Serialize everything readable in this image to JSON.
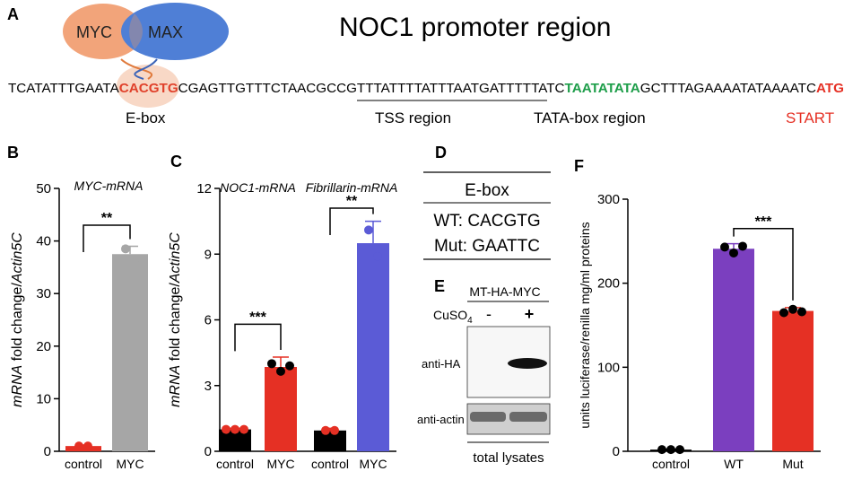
{
  "panel_letters": {
    "a": "A",
    "b": "B",
    "c": "C",
    "d": "D",
    "e": "E",
    "f": "F"
  },
  "panelA": {
    "title": "NOC1 promoter region",
    "myc": "MYC",
    "max": "MAX",
    "seq_prefix": "TCATATTTGAATA",
    "seq_ebox": "CACGTG",
    "seq_mid": "CGAGTTGTTTCTAACGCCGTTTATTTTATTTAATGATTTTTATC",
    "seq_tata": "TAATATATA",
    "seq_post": "GCTTTAGAAAATATAAAATC",
    "seq_atg": "ATG",
    "label_ebox": "E-box",
    "label_tss": "TSS region",
    "label_tata": "TATA-box region",
    "label_start": "START",
    "colors": {
      "myc": "#f2a47a",
      "max": "#4f7fd6",
      "ebox": "#e0402a",
      "tata": "#1e9e4a",
      "start": "#e53024"
    }
  },
  "panelD": {
    "header": "E-box",
    "wt": "WT: CACGTG",
    "mut": "Mut: GAATTC"
  },
  "panelE": {
    "construct": "MT-HA-MYC",
    "cuso4": "CuSO",
    "cuso4_sub": "4",
    "minus": "-",
    "plus": "+",
    "anti_ha": "anti-HA",
    "anti_actin": "anti-actin",
    "footer": "total lysates"
  },
  "chart_data": [
    {
      "id": "B",
      "type": "bar",
      "title": "MYC-mRNA",
      "ylabel_italic": "mRNA",
      "ylabel_mid": " fold change/",
      "ylabel_end": "Actin5C",
      "categories": [
        "control",
        "MYC"
      ],
      "values": [
        1.0,
        37.5
      ],
      "errors": [
        0.2,
        1.5
      ],
      "points": [
        [
          1,
          1
        ],
        [
          38.5,
          36.5
        ]
      ],
      "colors": [
        "#e53024",
        "#a6a6a6"
      ],
      "ylim": [
        0,
        50
      ],
      "yticks": [
        0,
        10,
        20,
        30,
        40,
        50
      ],
      "significance": [
        {
          "from": 0,
          "to": 1,
          "label": "**"
        }
      ]
    },
    {
      "id": "C",
      "type": "bar",
      "subtitles": [
        "NOC1-mRNA",
        "Fibrillarin-mRNA"
      ],
      "ylabel_italic": "mRNA",
      "ylabel_mid": " fold change/",
      "ylabel_end": "Actin5C",
      "categories": [
        "control",
        "MYC",
        "control",
        "MYC"
      ],
      "values": [
        1.0,
        3.85,
        0.95,
        9.5
      ],
      "errors": [
        0.05,
        0.45,
        0.1,
        1.0
      ],
      "points": [
        [
          1,
          1,
          1
        ],
        [
          4.0,
          3.65,
          3.9
        ],
        [
          0.95,
          0.95
        ],
        [
          10.1,
          8.9
        ]
      ],
      "colors": [
        "#e53024",
        "#e53024",
        "#e53024",
        "#5b5bd6"
      ],
      "bar_fill": [
        "#000000",
        "#e53024",
        "#000000",
        "#5b5bd6"
      ],
      "ylim": [
        0,
        12
      ],
      "yticks": [
        0,
        3,
        6,
        9,
        12
      ],
      "significance": [
        {
          "from": 0,
          "to": 1,
          "label": "***"
        },
        {
          "from": 2,
          "to": 3,
          "label": "**"
        }
      ]
    },
    {
      "id": "F",
      "type": "bar",
      "ylabel": "units luciferase/renilla mg/ml proteins",
      "categories": [
        "control",
        "WT",
        "Mut"
      ],
      "values": [
        2,
        241,
        167
      ],
      "errors": [
        0.5,
        6,
        4
      ],
      "points": [
        [
          2,
          2,
          2
        ],
        [
          243,
          236,
          244
        ],
        [
          165,
          169,
          166
        ]
      ],
      "colors": [
        "#000000",
        "#7b3fbf",
        "#e53024"
      ],
      "ylim": [
        0,
        300
      ],
      "yticks": [
        0,
        100,
        200,
        300
      ],
      "significance": [
        {
          "from": 1,
          "to": 2,
          "label": "***"
        }
      ]
    }
  ]
}
